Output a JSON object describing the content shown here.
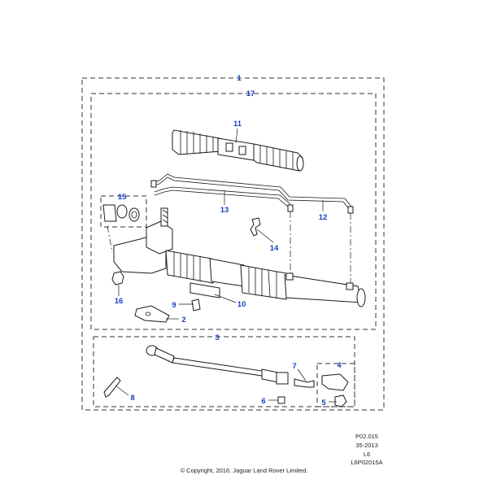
{
  "diagram": {
    "callouts": [
      "1",
      "17",
      "11",
      "15",
      "13",
      "12",
      "14",
      "16",
      "9",
      "10",
      "2",
      "3",
      "7",
      "4",
      "8",
      "6",
      "5"
    ],
    "callout_color": "#1a3fbf",
    "reference_codes": [
      "P02.015",
      "35-2013",
      "L6",
      "L6P02015A"
    ],
    "copyright": "© Copyright, 2016. Jaguar Land Rover Limited."
  }
}
